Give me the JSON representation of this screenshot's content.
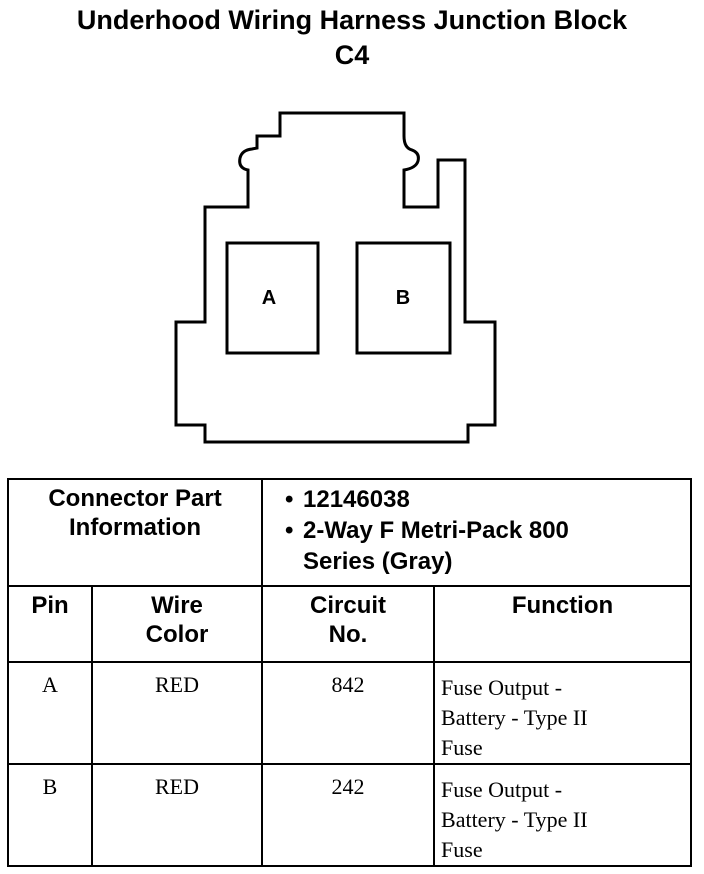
{
  "title": {
    "line1": "Underhood Wiring Harness Junction Block",
    "line2": "C4"
  },
  "connector": {
    "cavities": [
      "A",
      "B"
    ]
  },
  "part_info": {
    "label_line1": "Connector Part",
    "label_line2": "Information",
    "bullet": "•",
    "part_number": "12146038",
    "description_line1": "2-Way F Metri-Pack 800",
    "description_line2": "Series (Gray)"
  },
  "columns": {
    "pin": "Pin",
    "wire_color_line1": "Wire",
    "wire_color_line2": "Color",
    "circuit_line1": "Circuit",
    "circuit_line2": "No.",
    "function": "Function"
  },
  "rows": [
    {
      "pin": "A",
      "wire_color": "RED",
      "circuit": "842",
      "function_lines": [
        "Fuse Output -",
        "Battery - Type II",
        "Fuse"
      ]
    },
    {
      "pin": "B",
      "wire_color": "RED",
      "circuit": "242",
      "function_lines": [
        "Fuse Output -",
        "Battery - Type II",
        "Fuse"
      ]
    }
  ]
}
